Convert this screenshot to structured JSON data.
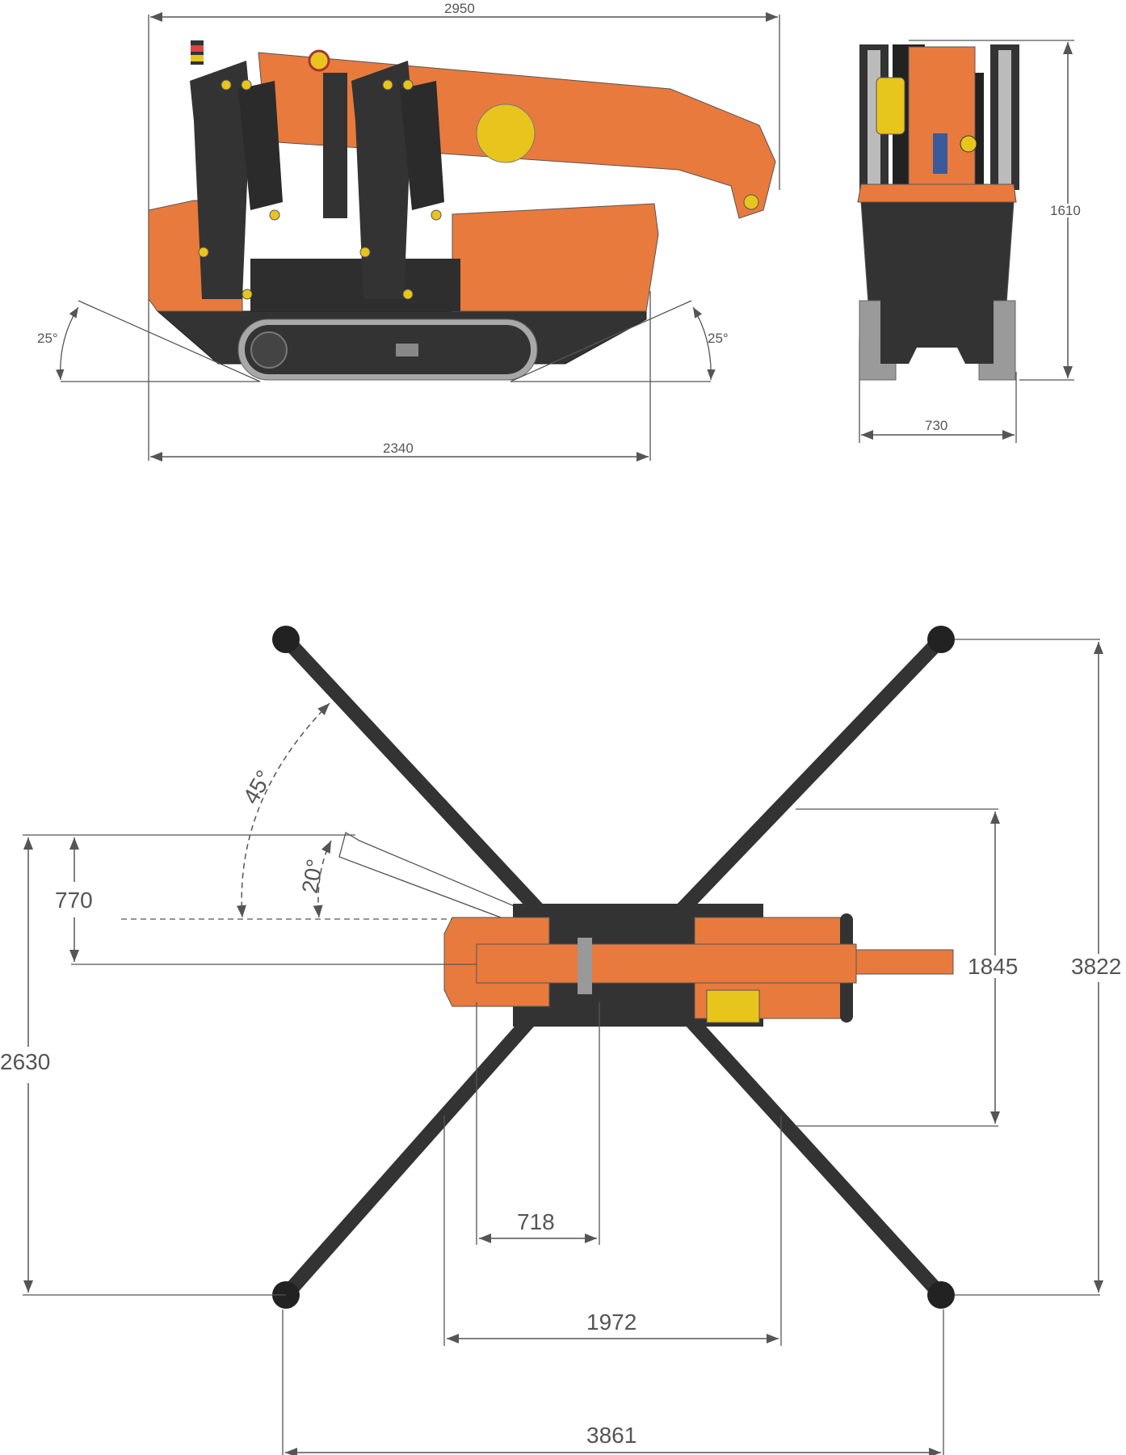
{
  "colors": {
    "body_orange": "#E87A3E",
    "dark_gray": "#333333",
    "yellow": "#E8C51C",
    "light_gray": "#A8A8A8",
    "dimension_line": "#555555"
  },
  "side_view": {
    "overall_length_label": "2950",
    "track_length_label": "2340",
    "approach_angle_left_label": "25°",
    "approach_angle_right_label": "25°"
  },
  "front_view": {
    "height_label": "1610",
    "width_label": "730"
  },
  "top_view": {
    "boom_slew_angle_max_label": "45°",
    "boom_slew_angle_min_label": "20°",
    "boom_offset_label": "770",
    "outrigger_front_span_y_label": "2630",
    "inner_span_y_label": "1845",
    "outrigger_total_span_y_label": "3822",
    "track_gauge_label": "718",
    "inner_span_x_label": "1972",
    "outrigger_total_span_x_label": "3861"
  }
}
